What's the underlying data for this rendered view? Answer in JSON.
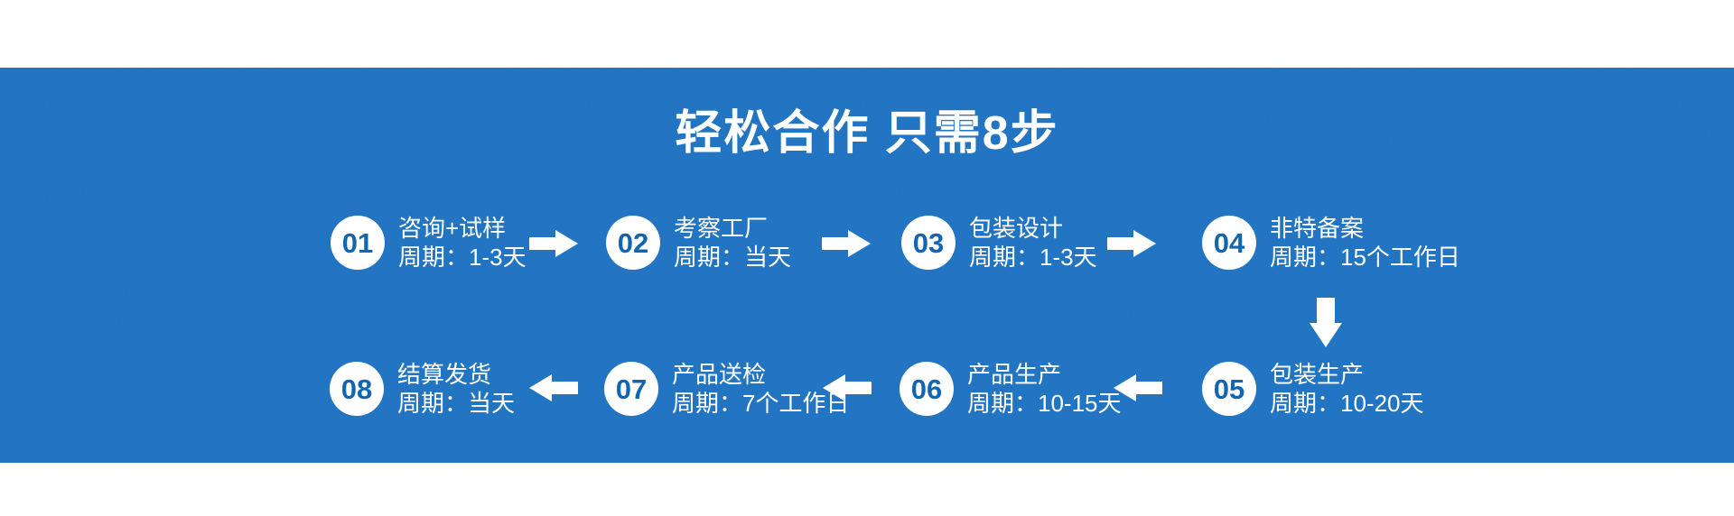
{
  "banner": {
    "title": "轻松合作 只需8步",
    "background_color": "#1e73c2",
    "band_color": "#ffffff",
    "text_color": "#ffffff",
    "step_number_color": "#1266b1"
  },
  "steps": [
    {
      "number": "01",
      "title": "咨询+试样",
      "period": "周期：1-3天"
    },
    {
      "number": "02",
      "title": "考察工厂",
      "period": "周期：当天"
    },
    {
      "number": "03",
      "title": "包装设计",
      "period": "周期：1-3天"
    },
    {
      "number": "04",
      "title": "非特备案",
      "period": "周期：15个工作日"
    },
    {
      "number": "05",
      "title": "包装生产",
      "period": "周期：10-20天"
    },
    {
      "number": "06",
      "title": "产品生产",
      "period": "周期：10-15天"
    },
    {
      "number": "07",
      "title": "产品送检",
      "period": "周期：7个工作日"
    },
    {
      "number": "08",
      "title": "结算发货",
      "period": "周期：当天"
    }
  ],
  "arrows": {
    "row1_direction": "right",
    "row2_direction": "left",
    "connector_direction": "down",
    "color": "#ffffff"
  }
}
